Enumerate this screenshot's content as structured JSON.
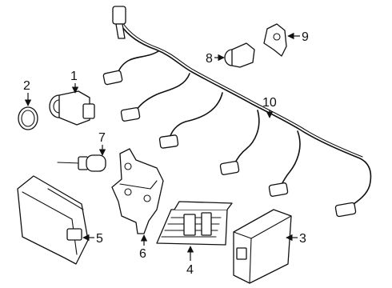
{
  "diagram": {
    "callouts": [
      {
        "id": "1",
        "text": "1"
      },
      {
        "id": "2",
        "text": "2"
      },
      {
        "id": "3",
        "text": "3"
      },
      {
        "id": "4",
        "text": "4"
      },
      {
        "id": "5",
        "text": "5"
      },
      {
        "id": "6",
        "text": "6"
      },
      {
        "id": "7",
        "text": "7"
      },
      {
        "id": "8",
        "text": "8"
      },
      {
        "id": "9",
        "text": "9"
      },
      {
        "id": "10",
        "text": "10"
      }
    ]
  }
}
